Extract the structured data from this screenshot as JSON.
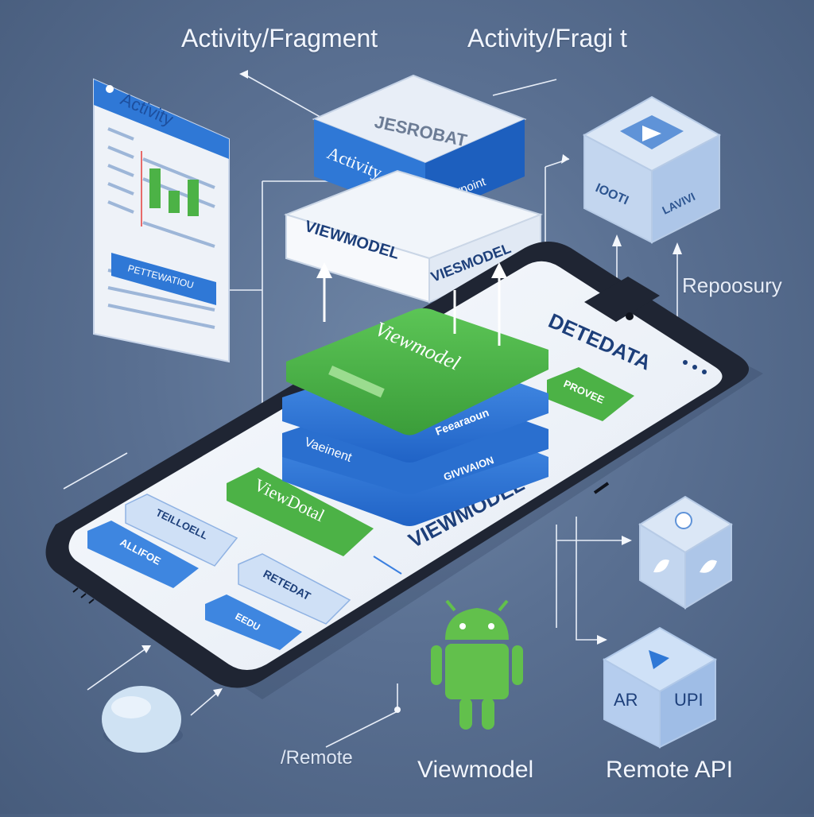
{
  "labels": {
    "top_left": "Activity/Fragment",
    "top_right": "Activity/Fragi t",
    "repository": "Repoosury",
    "remote": "/Remote",
    "viewmodel_bottom": "Viewmodel",
    "remote_api": "Remote API"
  },
  "activity_panel": {
    "title": "Activity",
    "button": "PETTEWATIOU"
  },
  "fragment_box": {
    "top": "JESROBAT",
    "front_left": "Activity",
    "front_right": "Pefwnoint"
  },
  "viewmodel_box": {
    "front_left": "VIEWMODEL",
    "front_right": "VIESMODEL"
  },
  "stack": {
    "green_title": "Viewmodel",
    "layer_2": "Feearaoun",
    "layer_3_left": "Vaeinent",
    "layer_3_right": "GIVIVAION"
  },
  "phone": {
    "header": "DETEDATA",
    "side_button": "PROVEE",
    "green_button": "ViewDotal",
    "viewmodel_caption": "VIEWMODEL",
    "btn_1": "TEILLOELL",
    "btn_2": "ALLIFOE",
    "btn_3": "RETEDAT",
    "btn_4": "EEDU"
  },
  "cubes": {
    "top_right_face_left": "IOOTI",
    "top_right_face_right": "LAVIVI",
    "api_face_left": "AR",
    "api_face_right": "UPI"
  },
  "colors": {
    "background": "#5a7092",
    "green": "#4cb246",
    "blue": "#2f78d6",
    "dark_blue": "#1d4f9e",
    "panel": "#eef2f8"
  }
}
